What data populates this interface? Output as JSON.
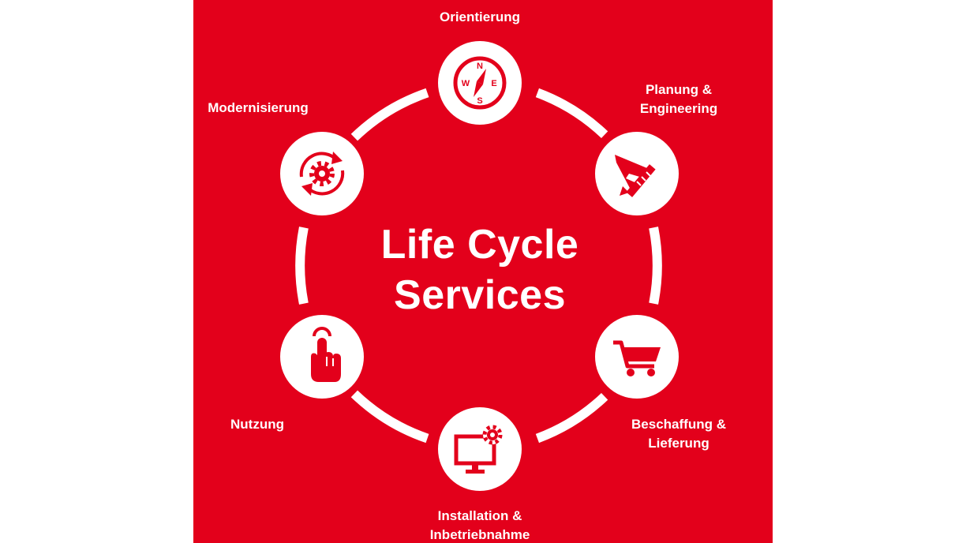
{
  "center": {
    "line1": "Life Cycle",
    "line2": "Services"
  },
  "stages": [
    {
      "lines": [
        "Orientierung"
      ],
      "icon": "compass-icon",
      "compass": {
        "n": "N",
        "e": "E",
        "s": "S",
        "w": "W"
      }
    },
    {
      "lines": [
        "Planung &",
        "Engineering"
      ],
      "icon": "ruler-pencil-icon"
    },
    {
      "lines": [
        "Beschaffung &",
        "Lieferung"
      ],
      "icon": "shopping-cart-icon"
    },
    {
      "lines": [
        "Installation &",
        "Inbetriebnahme"
      ],
      "icon": "monitor-gear-icon"
    },
    {
      "lines": [
        "Nutzung"
      ],
      "icon": "pointing-hand-icon"
    },
    {
      "lines": [
        "Modernisierung"
      ],
      "icon": "gear-cycle-icon"
    }
  ],
  "colors": {
    "background": "#e3001b",
    "foreground": "#ffffff",
    "icon": "#e3001b"
  }
}
